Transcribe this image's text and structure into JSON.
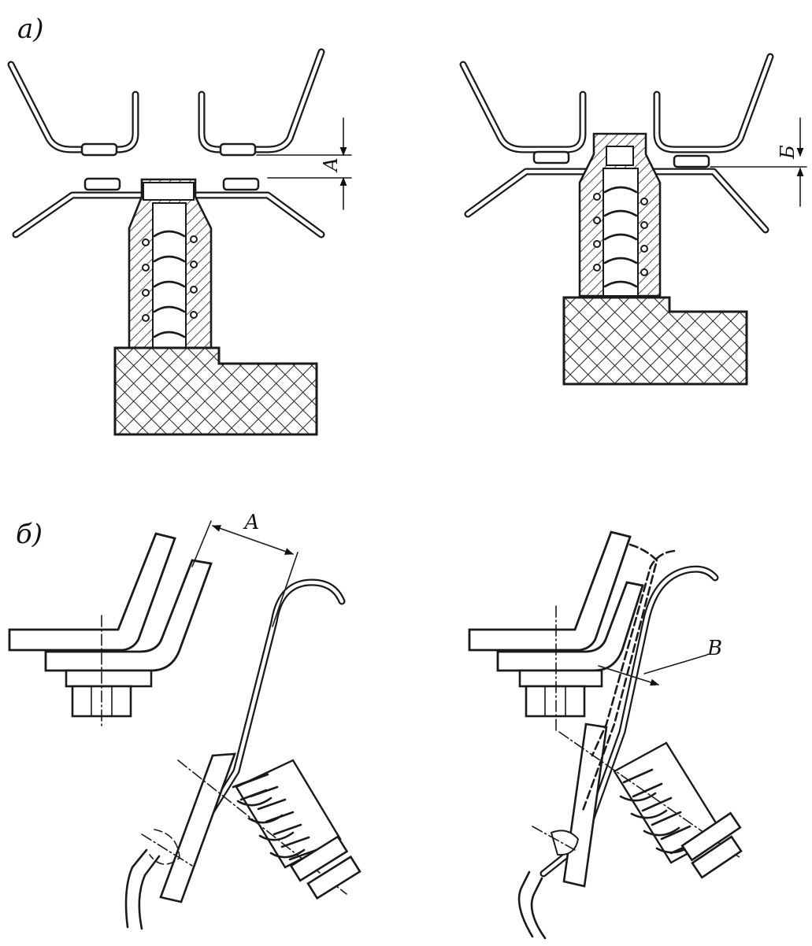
{
  "labels": {
    "panel_a": "а)",
    "panel_b": "б)",
    "gap_a_top": "А",
    "gap_b_top": "Б",
    "gap_a_bottom": "А",
    "gap_b_bottom": "В"
  }
}
